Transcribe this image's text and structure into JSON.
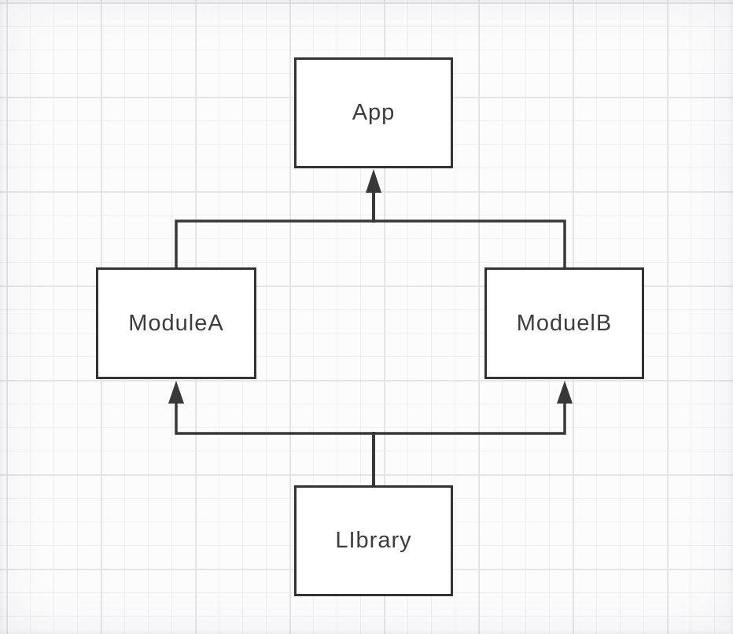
{
  "diagram": {
    "nodes": {
      "app": {
        "label": "App"
      },
      "moduleA": {
        "label": "ModuleA"
      },
      "moduelB": {
        "label": "ModuelB"
      },
      "library": {
        "label": "LIbrary"
      }
    },
    "edges": [
      {
        "from": "moduleA",
        "to": "app",
        "direction": "up"
      },
      {
        "from": "moduelB",
        "to": "app",
        "direction": "up"
      },
      {
        "from": "library",
        "to": "moduleA",
        "direction": "up"
      },
      {
        "from": "library",
        "to": "moduelB",
        "direction": "up"
      }
    ],
    "colors": {
      "stroke": "#383838",
      "node_border": "#333333",
      "node_fill": "#ffffff",
      "text": "#3d3d3d",
      "grid_minor": "#efeff4",
      "grid_major": "#e4e4ea",
      "background": "#fcfcfd"
    }
  }
}
